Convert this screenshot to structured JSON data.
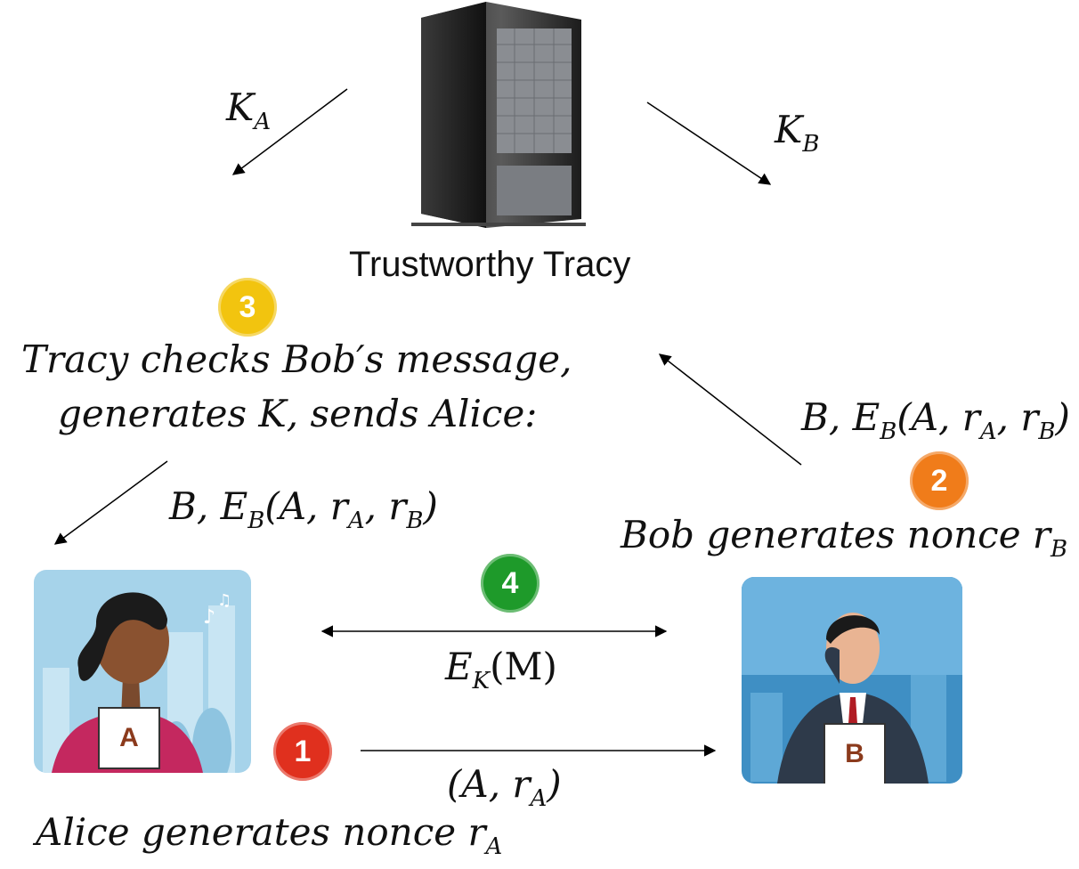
{
  "server": {
    "label": "Trustworthy Tracy",
    "icon": "server-tower-icon"
  },
  "alice": {
    "icon": "alice-avatar-icon",
    "tag": "A",
    "caption": "Alice generates nonce r",
    "caption_sub": "A"
  },
  "bob": {
    "icon": "bob-avatar-icon",
    "tag": "B",
    "caption": "Bob generates nonce r",
    "caption_sub": "B"
  },
  "keys": {
    "ka": {
      "main": "K",
      "sub": "A"
    },
    "kb": {
      "main": "K",
      "sub": "B"
    }
  },
  "steps": [
    {
      "number": "1",
      "color": "#e0301e"
    },
    {
      "number": "2",
      "color": "#f07c1a"
    },
    {
      "number": "3",
      "color": "#f2c40f"
    },
    {
      "number": "4",
      "color": "#1e9a2a"
    }
  ],
  "step3_text": {
    "line1": "Tracy checks Bob′s message,",
    "line2": "generates K, sends Alice:"
  },
  "messages": {
    "alice_to_bob": {
      "open": "(A, r",
      "sub": "A",
      "close": ")"
    },
    "bob_to_tracy": {
      "prefix": "B, E",
      "e_sub": "B",
      "mid": "(A, r",
      "ra_sub": "A",
      "sep": ", r",
      "rb_sub": "B",
      "close": ")"
    },
    "tracy_to_alice": {
      "prefix": "B, E",
      "e_sub": "B",
      "mid": "(A, r",
      "ra_sub": "A",
      "sep": ", r",
      "rb_sub": "B",
      "close": ")"
    },
    "session": {
      "main": "E",
      "sub": "K",
      "arg": "(M)"
    }
  }
}
